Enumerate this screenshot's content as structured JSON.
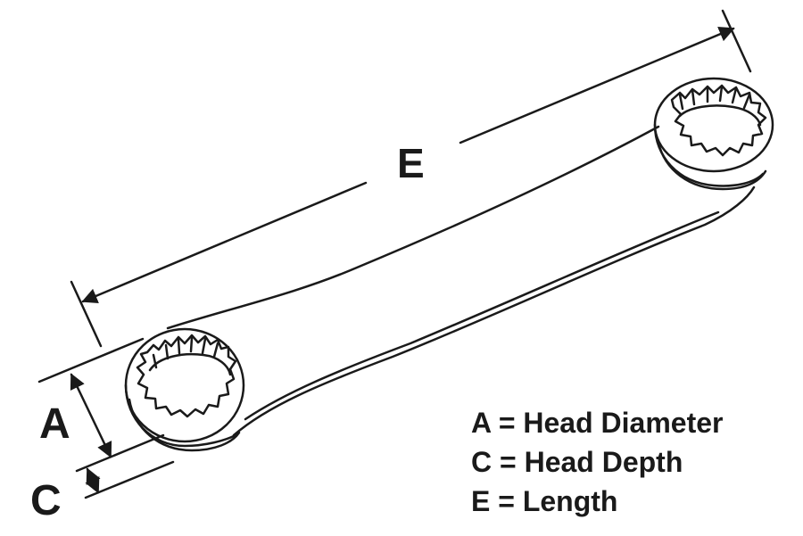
{
  "dimensions": {
    "e": "E",
    "a": "A",
    "c": "C"
  },
  "legend": [
    "A = Head Diameter",
    "C = Head Depth",
    "E = Length"
  ],
  "colors": {
    "ink": "#1a1a1a",
    "background": "#ffffff"
  }
}
